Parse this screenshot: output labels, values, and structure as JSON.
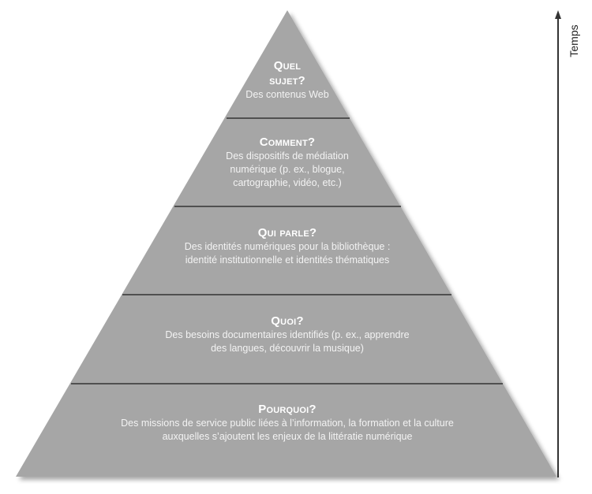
{
  "diagram": {
    "type": "pyramid",
    "colors": {
      "fill": "#a6a6a6",
      "divider": "#333333",
      "title_text": "#ffffff",
      "body_text": "#f3f3f3",
      "arrow": "#333333",
      "background": "#ffffff"
    },
    "axis": {
      "label": "Temps",
      "direction": "up"
    },
    "tiers": [
      {
        "title_line1": "Quel",
        "title_line2": "sujet?",
        "body_lines": [
          "Des contenus Web"
        ]
      },
      {
        "title_line1": "Comment?",
        "body_lines": [
          "Des dispositifs de médiation",
          "numérique (p. ex., blogue,",
          "cartographie, vidéo, etc.)"
        ]
      },
      {
        "title_line1": "Qui parle?",
        "body_lines": [
          "Des identités numériques pour la bibliothèque :",
          "identité institutionnelle et identités thématiques"
        ]
      },
      {
        "title_line1": "Quoi?",
        "body_lines": [
          "Des besoins documentaires identifiés (p. ex., apprendre",
          "des langues, découvrir la musique)"
        ]
      },
      {
        "title_line1": "Pourquoi?",
        "body_lines": [
          "Des missions de service public liées à l’information, la formation et la culture",
          "auxquelles s’ajoutent les enjeux de la littératie numérique"
        ]
      }
    ]
  }
}
